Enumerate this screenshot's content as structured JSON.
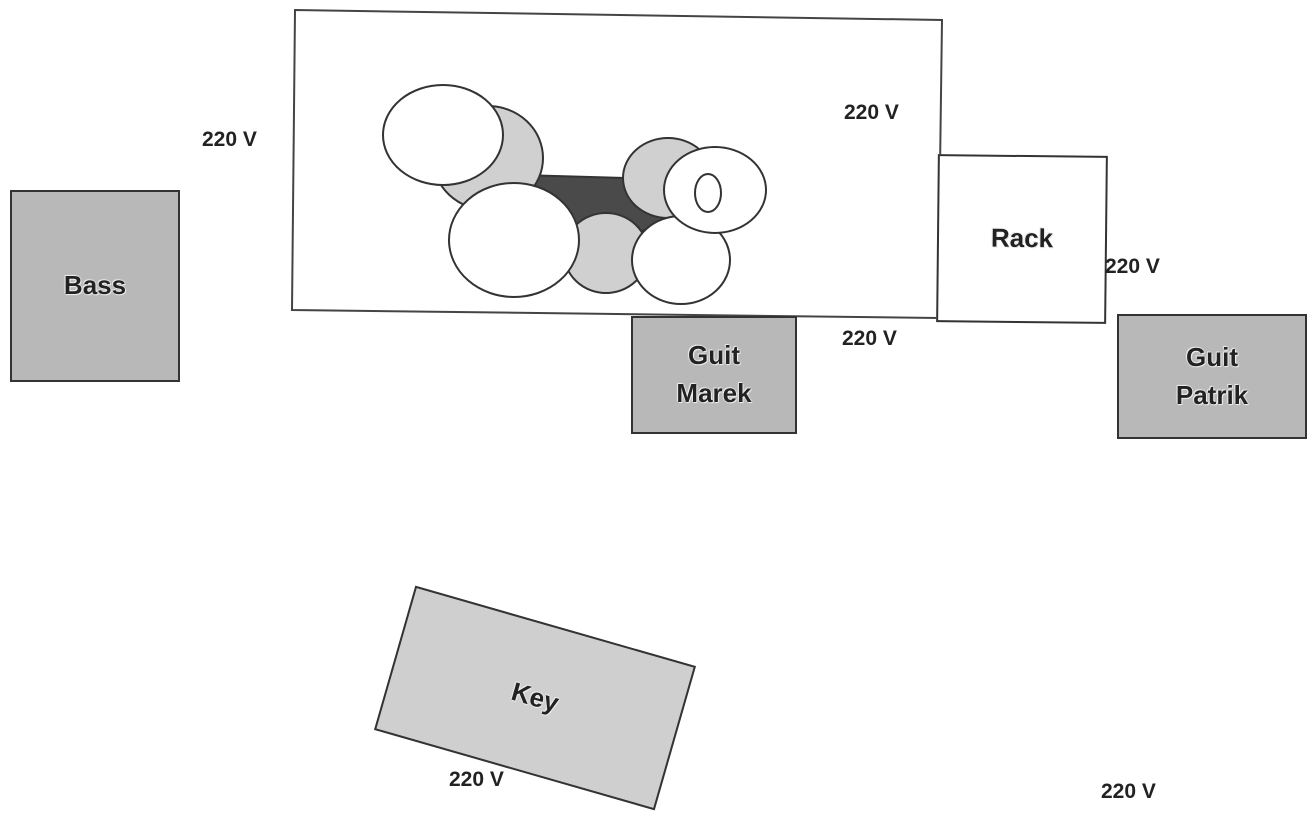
{
  "stage": {
    "boxes": {
      "bass": "Bass",
      "rack": "Rack",
      "guit_marek_line1": "Guit",
      "guit_marek_line2": "Marek",
      "guit_patrik_line1": "Guit",
      "guit_patrik_line2": "Patrik",
      "key": "Key"
    },
    "power_labels": {
      "top_left": "220 V",
      "top_right_drums": "220 V",
      "rack_right": "220 V",
      "below_drums": "220 V",
      "key_bottom": "220 V",
      "bottom_right": "220 V"
    }
  },
  "colors": {
    "box_grey": "#b8b8b8",
    "box_light": "#cfcfcf",
    "outline": "#333333",
    "drum_pad": "#d0d0d0",
    "drum_shell": "#ffffff",
    "drum_bass": "#4a4a4a"
  }
}
